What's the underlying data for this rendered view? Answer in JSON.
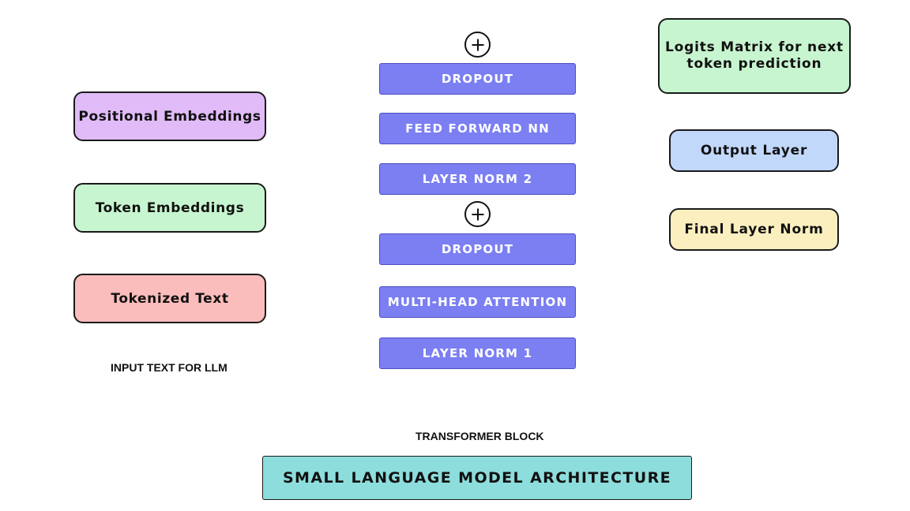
{
  "input_column": {
    "positional_embeddings": "Positional Embeddings",
    "token_embeddings": "Token Embeddings",
    "tokenized_text": "Tokenized Text",
    "caption": "INPUT TEXT FOR LLM"
  },
  "transformer_block": {
    "caption": "TRANSFORMER BLOCK",
    "layers": {
      "dropout_top": "DROPOUT",
      "feed_forward": "FEED FORWARD NN",
      "layer_norm_2": "LAYER NORM 2",
      "dropout_bottom": "DROPOUT",
      "multi_head_attention": "MULTI-HEAD ATTENTION",
      "layer_norm_1": "LAYER NORM 1"
    },
    "residual_icon": "plus-circle-icon"
  },
  "output_column": {
    "logits_matrix": "Logits Matrix for next token prediction",
    "output_layer": "Output Layer",
    "final_layer_norm": "Final Layer Norm"
  },
  "title": "SMALL LANGUAGE MODEL ARCHITECTURE",
  "colors": {
    "positional": "#e0bbf8",
    "token": "#c7f5cf",
    "tokenized": "#fbbdbb",
    "layer": "#7b7ff2",
    "output_layer": "#c2d8fb",
    "final_norm": "#fbefbf",
    "logits": "#c7f5cf",
    "title": "#8ddddc"
  }
}
